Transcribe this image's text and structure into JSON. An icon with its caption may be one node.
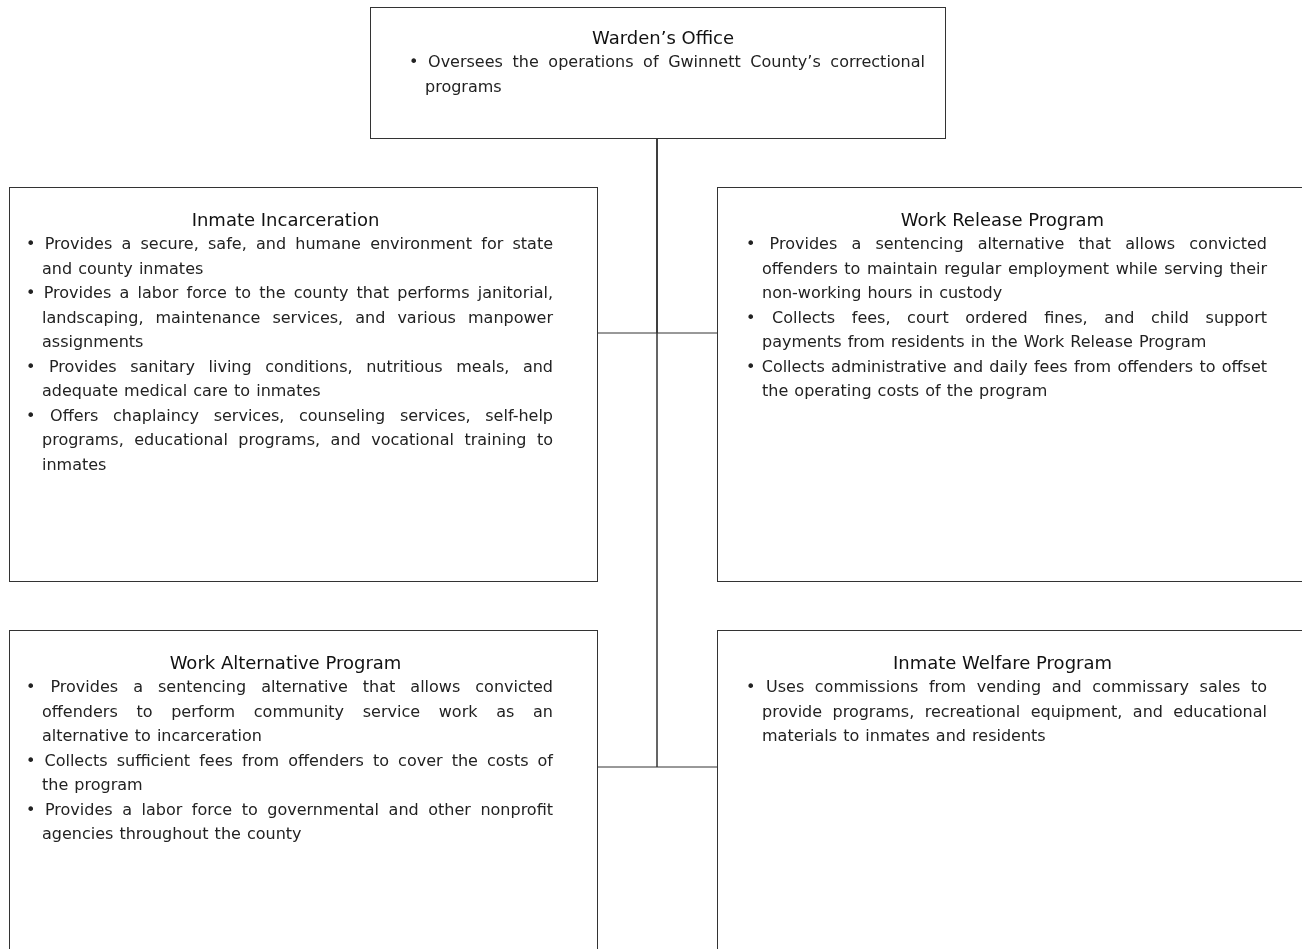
{
  "diagram": {
    "nodes": [
      {
        "text": [
          "Warden’s Office",
          "• Oversees the operations of Gwinnett County’s correctional programs"
        ]
      },
      {
        "text": [
          "Inmate Incarceration",
          "• Provides a secure, safe, and humane environment for state and county inmates",
          "• Provides a labor force to the county that performs janitorial, landscaping, maintenance services, and various manpower assignments",
          "• Provides sanitary living conditions, nutritious meals, and adequate medical care to inmates",
          "• Offers chaplaincy services, counseling services, self-help programs, educational programs, and vocational training to inmates"
        ]
      },
      {
        "text": [
          "Work Release Program",
          "• Provides a sentencing alternative that allows convicted offenders to maintain regular employment while serving their non-working hours in custody",
          "• Collects fees, court ordered fines, and child support payments from residents in the Work Release Program",
          "• Collects administrative and daily fees from offenders to offset the operating costs of the program"
        ]
      },
      {
        "text": [
          "Work Alternative Program",
          "• Provides a sentencing alternative that allows convicted offenders to perform community service work as an alternative to incarceration",
          "• Collects sufficient fees from offenders to cover the costs of the program",
          "• Provides a labor force to governmental and other nonprofit agencies throughout the county"
        ]
      },
      {
        "text": [
          "Inmate Welfare Program",
          "• Uses commissions from vending and commissary sales to provide programs, recreational equipment, and educational materials to inmates and residents"
        ]
      }
    ],
    "edges": [
      {
        "from": 0,
        "to": 1,
        "arrow": "none"
      },
      {
        "from": 0,
        "to": 2,
        "arrow": "none"
      },
      {
        "from": 0,
        "to": 3,
        "arrow": "none"
      },
      {
        "from": 0,
        "to": 4,
        "arrow": "none"
      }
    ]
  }
}
